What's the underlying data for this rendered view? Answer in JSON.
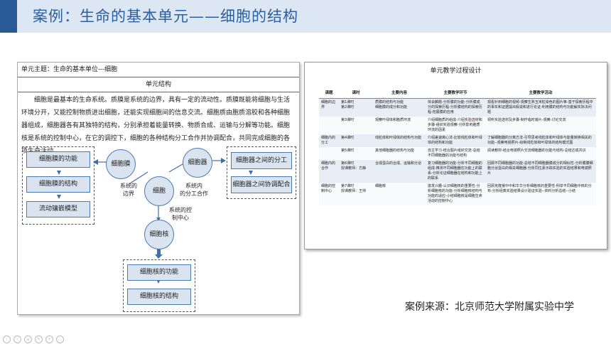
{
  "title": "案例：生命的基本单元——细胞的结构",
  "document": {
    "unit_theme": "单元主题：生命的基本单位---细胞",
    "unit_structure_heading": "单元结构",
    "paragraph": "细胞是最基本的生命系统。质膜是系统的边界，具有一定的流动性。质膜既能将细胞与生活环境分开，又能控制物质进出细胞，还能实现细胞间的信息交流。细胞质由胞质溶胶和各种细胞器组成，细胞器各有其独特的结构，分别承担着能量转换、物质合成、运输与分解等功能。细胞核是系统的控制中心，在它的调控下，细胞的各种结构分工合作并协调配合，共同完成细胞的各项生命活动。",
    "diagram": {
      "left_boxes": [
        "细胞膜的功能",
        "细胞膜的结构",
        "流动镶嵌模型"
      ],
      "right_boxes": [
        "细胞器之间的分工",
        "细胞器之间协调配合"
      ],
      "bottom_boxes": [
        "细胞核的功能",
        "细胞核的结构"
      ],
      "circles": {
        "membrane": "细胞膜",
        "organelle": "细胞器",
        "cell": "细胞",
        "nucleus": "细胞核"
      },
      "labels": {
        "boundary": "系统的\n边界",
        "division": "系统内\n的分工合作",
        "control": "系统的控\n制中心"
      }
    }
  },
  "plan_table": {
    "title": "单元教学过程设计",
    "headers": [
      "课题",
      "课时",
      "主要内容",
      "主要教学环节",
      "主要教学活动"
    ],
    "rows": [
      {
        "topic": "细胞的边界",
        "period": "第1课时\n第2课时",
        "content": "质膜的结构与功能\n细胞膜的成分和功能",
        "steps": "体会麟题-分析膜的功能-分析膜成分的探索历程-分析膜结构的探索历程-拓展膜的应用",
        "activities": "观看针刺细胞的视频-观察生熟玉米粒染色的图片等-基于探索历程中的事实和证据提出假说和进行论证-利用膜的结构与功能解实际决问题",
        "shade": true
      },
      {
        "topic": "",
        "period": "第3课时",
        "content": "观察叶绿体和胞质环流",
        "steps": "介绍细胞质的组成-介绍实验选材和步骤-组织实验观察-分析影响胞质环流的因素",
        "activities": "领听实验选材及步骤-制作临时装片-观察-讨论交流",
        "shade": false
      },
      {
        "topic": "细胞内的分工",
        "period": "第4课时",
        "content": "线粒体和叶绿体的结构与功能",
        "steps": "介绍差速离心法-比较线粒体和叶绿体的结构和功能",
        "activities": "了解细胞器的分离方法-引导思考线粒体和叶绿体与能量转换相关的功能--观察电镜照片-绘制线粒体和叶绿体的结构模式图",
        "shade": true
      },
      {
        "topic": "",
        "period": "第5课时",
        "content": "其他细胞器的结构与功能",
        "steps": "自主学习-结合图片组织交流-总结不同细胞器的功能与结构",
        "activities": "阅读教材-结合电镜照片交流细胞器的功能与结构-总结达成共识",
        "shade": false
      },
      {
        "topic": "细胞内的合作",
        "period": "第6课时\n授课教师：方静",
        "content": "合成蛋白的合成、运输和分泌",
        "steps": "复习细胞器的功能-分析不同细胞的组成-推测不同细胞器在功能上的联系-分析论证细胞器在结构和功能上的联系",
        "activities": "回顾不同细胞器的功能-总结不同细胞器膜成分的相似性-分析膜膜细胞分泌蛋白的相关细胞器-分析同位素示踪实验的实验结果和电镜照片",
        "shade": true
      },
      {
        "topic": "细胞的控制中心",
        "period": "第7课时\n授课教师：王帅",
        "content": "细胞核",
        "steps": "激发兴趣-认识细胞核的重要性-分析细胞核的功能-分析细胞核结构与功能的适应-小结细胞核是细胞生命活动的控制中心",
        "activities": "回顾克隆猴中中和华华分析细胞核的重要性-例举不同细胞中核的分布-分析经典实验结果设计验证实验--资料分析总结--小结",
        "shade": false
      }
    ]
  },
  "source": "案例来源：北京师范大学附属实验中学",
  "icons": [
    "chevron-left-icon",
    "chevron-right-icon",
    "menu-icon",
    "pen-icon",
    "zoom-icon",
    "more-icon"
  ]
}
